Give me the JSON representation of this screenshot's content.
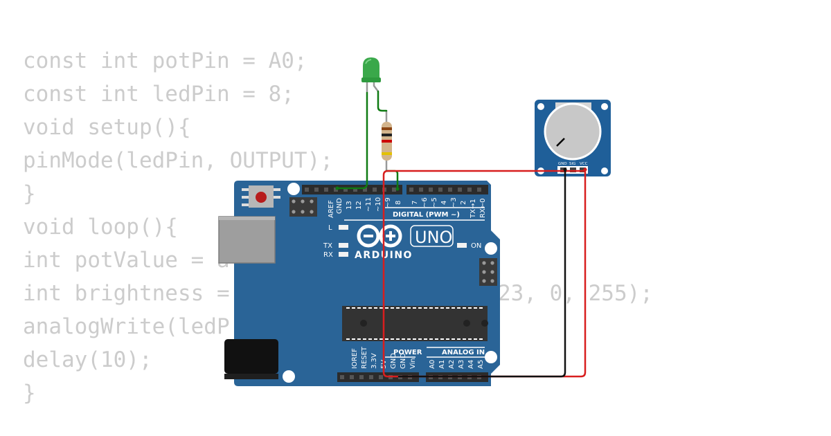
{
  "code": {
    "lines": [
      "const int potPin = A0;",
      "const int ledPin = 8;",
      "void setup(){",
      "pinMode(ledPin, OUTPUT);",
      "}",
      "void loop(){",
      "int potValue = a",
      "int brightness = ",
      "analogWrite(ledP",
      "delay(10);",
      "}"
    ],
    "partial_right": "23, 0, 255);"
  },
  "board": {
    "brand": "ARDUINO",
    "model": "UNO",
    "digital_label": "DIGITAL (PWM ~)",
    "power_label": "POWER",
    "analog_label": "ANALOG IN",
    "led_l": "L",
    "led_tx": "TX",
    "led_rx": "RX",
    "led_on": "ON",
    "top_pins": [
      "AREF",
      "GND",
      "13",
      "12",
      "~11",
      "~10",
      "~9",
      "8",
      "7",
      "~6",
      "~5",
      "4",
      "~3",
      "2",
      "TX→1",
      "RX←0"
    ],
    "power_pins": [
      "IOREF",
      "RESET",
      "3.3V",
      "5V",
      "GND",
      "GND",
      "Vin"
    ],
    "analog_pins": [
      "A0",
      "A1",
      "A2",
      "A3",
      "A4",
      "A5"
    ]
  },
  "potentiometer": {
    "pins": [
      "GND",
      "SIG",
      "VCC"
    ]
  },
  "colors": {
    "board": "#2a6497",
    "wire_green": "#0f7a12",
    "wire_red": "#d81e1e",
    "wire_black": "#111111",
    "led": "#3aa84a",
    "module": "#1f5f99",
    "code_text": "#cccccc"
  }
}
